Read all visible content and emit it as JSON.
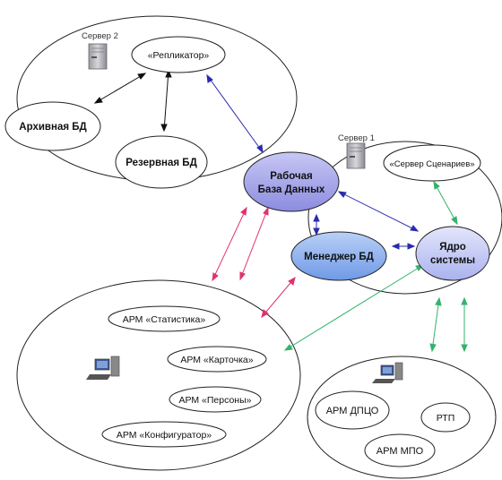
{
  "servers": {
    "server2": "Сервер 2",
    "server1": "Сервер 1"
  },
  "nodes": {
    "replicator": "«Репликатор»",
    "archive_db": "Архивная БД",
    "backup_db": "Резервная БД",
    "working_db_line1": "Рабочая",
    "working_db_line2": "База Данных",
    "scenario_server": "«Сервер Сценариев»",
    "db_manager": "Менеджер БД",
    "core_line1": "Ядро",
    "core_line2": "системы",
    "arm_statistics": "АРМ «Статистика»",
    "arm_card": "АРМ «Карточка»",
    "arm_persons": "АРМ «Персоны»",
    "arm_configurator": "АРМ «Конфигуратор»",
    "arm_dptso": "АРМ ДПЦО",
    "rtp": "РТП",
    "arm_mpo": "АРМ МПО"
  },
  "icons": [
    "server-icon",
    "computer-icon"
  ],
  "colors": {
    "black_arrow": "#111111",
    "blue_arrow": "#2b2bb0",
    "red_arrow": "#e0336a",
    "green_arrow": "#33b36b",
    "node_fill": "#a7a7ea",
    "node_fill_manager": "#8fb3f0",
    "node_fill_core": "#c3c9f3"
  }
}
